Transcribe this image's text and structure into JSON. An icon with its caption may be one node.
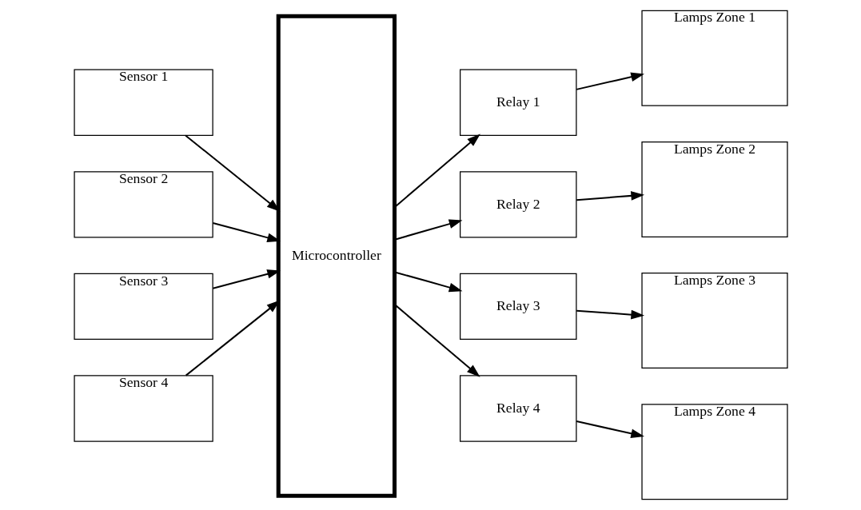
{
  "diagram": {
    "nodes": [
      {
        "text": [
          "Sensor 1"
        ]
      },
      {
        "text": [
          "Sensor 2"
        ]
      },
      {
        "text": [
          "Sensor 3"
        ]
      },
      {
        "text": [
          "Sensor 4"
        ]
      },
      {
        "text": [
          "Microcontroller"
        ]
      },
      {
        "text": [
          "Relay 1"
        ]
      },
      {
        "text": [
          "Relay 2"
        ]
      },
      {
        "text": [
          "Relay 3"
        ]
      },
      {
        "text": [
          "Relay 4"
        ]
      },
      {
        "text": [
          "Lamps Zone 1"
        ]
      },
      {
        "text": [
          "Lamps Zone 2"
        ]
      },
      {
        "text": [
          "Lamps Zone 3"
        ]
      },
      {
        "text": [
          "Lamps Zone 4"
        ]
      }
    ],
    "edges": [
      {
        "from": 0,
        "to": 4,
        "arrow": "to"
      },
      {
        "from": 1,
        "to": 4,
        "arrow": "to"
      },
      {
        "from": 2,
        "to": 4,
        "arrow": "to"
      },
      {
        "from": 3,
        "to": 4,
        "arrow": "to"
      },
      {
        "from": 4,
        "to": 5,
        "arrow": "to"
      },
      {
        "from": 4,
        "to": 6,
        "arrow": "to"
      },
      {
        "from": 4,
        "to": 7,
        "arrow": "to"
      },
      {
        "from": 4,
        "to": 8,
        "arrow": "to"
      },
      {
        "from": 5,
        "to": 9,
        "arrow": "to"
      },
      {
        "from": 6,
        "to": 10,
        "arrow": "to"
      },
      {
        "from": 7,
        "to": 11,
        "arrow": "to"
      },
      {
        "from": 8,
        "to": 12,
        "arrow": "to"
      }
    ]
  }
}
